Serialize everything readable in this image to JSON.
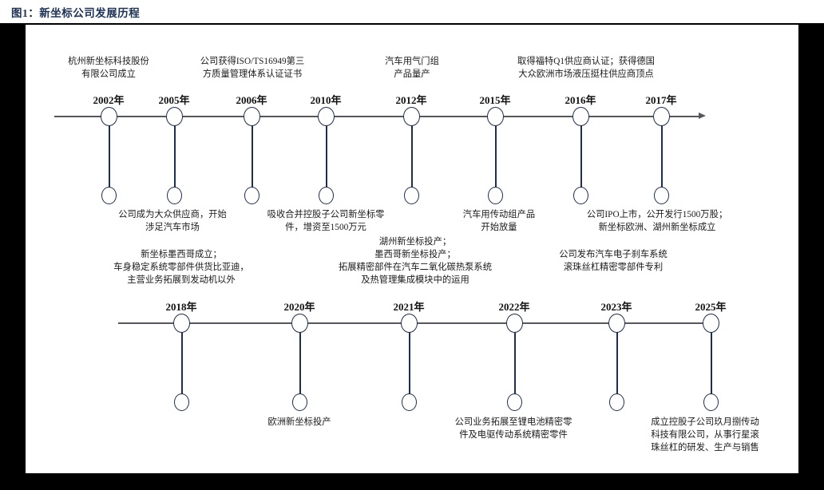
{
  "title": "图1：新坐标公司发展历程",
  "colors": {
    "title": "#1b3255",
    "node_stroke": "#1d2f4e",
    "axis": "#56565c",
    "background": "#000000",
    "canvas": "#ffffff"
  },
  "timelines": [
    {
      "name": "timeline-2002-2017",
      "events": [
        {
          "year": "2002年",
          "position": "above",
          "text": "杭州新坐标科技股份\n有限公司成立"
        },
        {
          "year": "2005年",
          "position": "below",
          "text": "公司成为大众供应商，开始\n涉足汽车市场"
        },
        {
          "year": "2006年",
          "position": "above",
          "text": "公司获得ISO/TS16949第三\n方质量管理体系认证证书"
        },
        {
          "year": "2010年",
          "position": "below",
          "text": "吸收合并控股子公司新坐标零\n件，增资至1500万元"
        },
        {
          "year": "2012年",
          "position": "above",
          "text": "汽车用气门组\n产品量产"
        },
        {
          "year": "2015年",
          "position": "below",
          "text": "汽车用传动组产品\n开始放量"
        },
        {
          "year": "2016年",
          "position": "above",
          "text": "取得福特Q1供应商认证；获得德国\n大众欧洲市场液压挺柱供应商顶点"
        },
        {
          "year": "2017年",
          "position": "below",
          "text": "公司IPO上市，公开发行1500万股；\n新坐标欧洲、湖州新坐标成立"
        }
      ]
    },
    {
      "name": "timeline-2018-2025",
      "events": [
        {
          "year": "2018年",
          "position": "above",
          "text": "新坐标墨西哥成立；\n车身稳定系统零部件供货比亚迪，\n主营业务拓展到发动机以外"
        },
        {
          "year": "2020年",
          "position": "below",
          "text": "欧洲新坐标投产"
        },
        {
          "year": "2021年",
          "position": "above",
          "text": "湖州新坐标投产；\n墨西哥新坐标投产；\n拓展精密部件在汽车二氧化碳热泵系统\n及热管理集成模块中的运用"
        },
        {
          "year": "2022年",
          "position": "below",
          "text": "公司业务拓展至锂电池精密零\n件及电驱传动系统精密零件"
        },
        {
          "year": "2023年",
          "position": "above",
          "text": "公司发布汽车电子刹车系统\n滚珠丝杠精密零部件专利"
        },
        {
          "year": "2025年",
          "position": "below",
          "text": "成立控股子公司玖月捌传动\n科技有限公司，从事行星滚\n珠丝杠的研发、生产与销售"
        }
      ]
    }
  ]
}
